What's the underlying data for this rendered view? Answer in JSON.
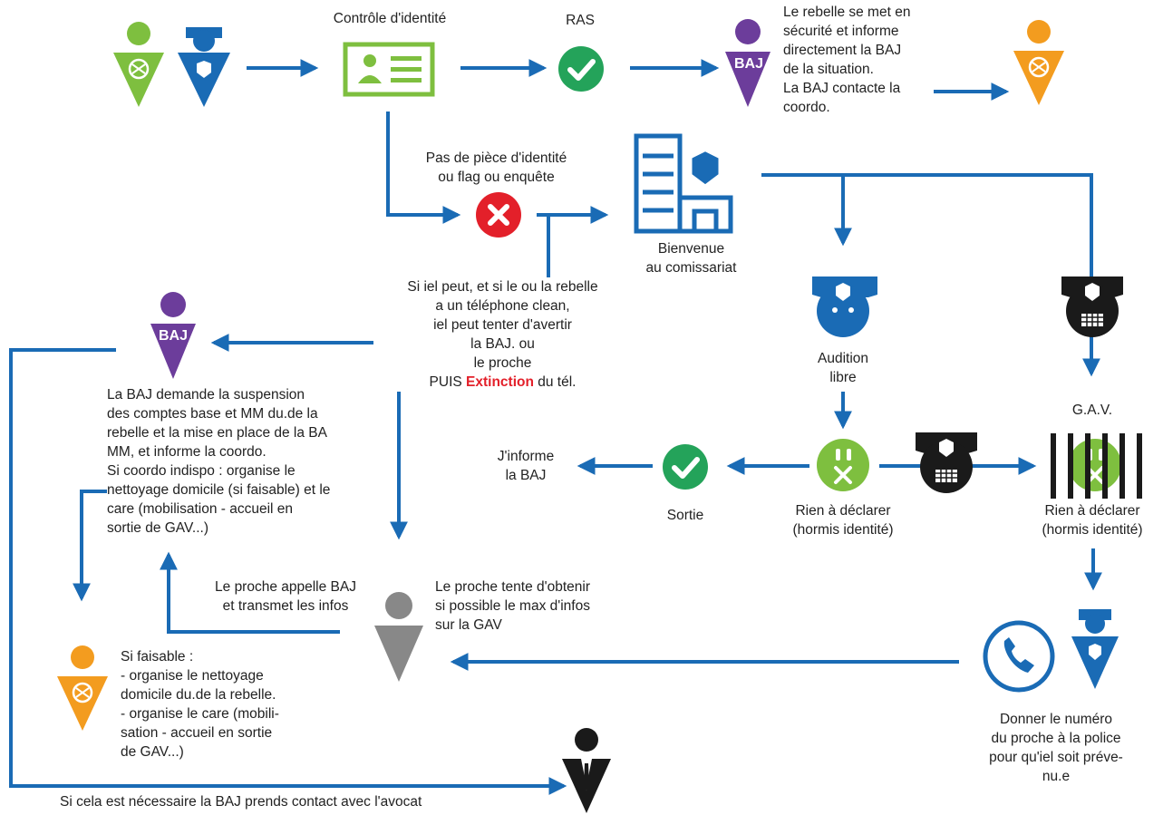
{
  "colors": {
    "blue": "#1a6bb5",
    "green": "#7ebf3f",
    "purple": "#6c3d9b",
    "orange": "#f39c1f",
    "grey": "#888888",
    "black": "#1a1a1a",
    "red": "#e3202a",
    "check": "#24a35a"
  },
  "nodes": {
    "controle": "Contrôle d'identité",
    "ras": "RAS",
    "rebelle_informe": [
      "Le rebelle se met en",
      "sécurité et informe",
      "directement la BAJ",
      "de la situation.",
      "La BAJ contacte la",
      "coordo."
    ],
    "pas_piece": [
      "Pas de pièce d'identité",
      "ou flag ou enquête"
    ],
    "bienvenue": [
      "Bienvenue",
      "au comissariat"
    ],
    "si_iel_peut": [
      "Si iel peut, et si le ou la rebelle",
      "a un téléphone clean,",
      "iel peut tenter d'avertir",
      "la BAJ. ou",
      "le proche"
    ],
    "puis_pre": "PUIS ",
    "extinction": "Extinction",
    "puis_post": " du tél.",
    "baj_demande": [
      "La BAJ demande la suspension",
      "des comptes base et MM du.de la",
      "rebelle et la mise en place de la BA",
      "MM, et informe la coordo.",
      "Si coordo indispo : organise le",
      "nettoyage domicile (si faisable) et le",
      "care (mobilisation - accueil en",
      "sortie de GAV...)"
    ],
    "audition": [
      "Audition",
      "libre"
    ],
    "gav": "G.A.V.",
    "jinforme": [
      "J'informe",
      "la BAJ"
    ],
    "sortie": "Sortie",
    "rien1": [
      "Rien à déclarer",
      "(hormis identité)"
    ],
    "rien2": [
      "Rien à déclarer",
      "(hormis identité)"
    ],
    "proche_appelle": [
      "Le proche appelle BAJ",
      "et transmet les infos"
    ],
    "proche_tente": [
      "Le proche tente d'obtenir",
      "si possible le max d'infos",
      "sur la GAV"
    ],
    "si_faisable": [
      "Si faisable :",
      "- organise le nettoyage",
      "domicile du.de la rebelle.",
      "- organise le care (mobili-",
      "sation - accueil en sortie",
      "de GAV...)"
    ],
    "donner_numero": [
      "Donner le numéro",
      "du proche à la police",
      "pour qu'iel soit préve-",
      "nu.e"
    ],
    "avocat": "Si cela est nécessaire la BAJ prends contact avec l'avocat",
    "baj_badge": "BAJ"
  },
  "icons": [
    "rebel-green-icon",
    "police-officer-icon",
    "id-card-icon",
    "check-icon",
    "baj-person-icon",
    "coordo-orange-icon",
    "cross-icon",
    "police-station-icon",
    "police-audition-icon",
    "police-gav-icon",
    "rebel-calm-icon",
    "jailed-rebel-icon",
    "proche-person-icon",
    "phone-icon",
    "lawyer-icon"
  ]
}
